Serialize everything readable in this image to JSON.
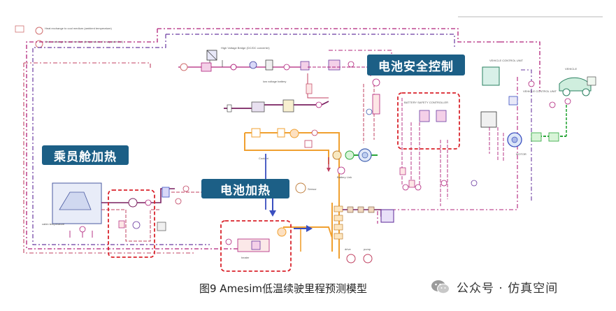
{
  "callouts": {
    "battery_safety": "电池安全控制",
    "cabin_heating": "乘员舱加热",
    "battery_heating": "电池加热"
  },
  "caption": "图9 Amesim低温续驶里程预测模型",
  "brand": {
    "text": "公众号 · 仿真空间",
    "icon": "wechat-icon"
  },
  "diagram_labels": {
    "legend_1": "Heat exchange to cool medium (ambient temperature)",
    "legend_2": "Heat exchange to cool medium (temperature of a separate link)",
    "hv_converter": "High Voltage Bridge (DC/DC converter)",
    "low_voltage": "low voltage battery",
    "battery_ctrl": "BATTERY SAFETY CONTROLLER",
    "vehicle_ctrl": "VEHICLE CONTROL UNIT",
    "vehicle": "VEHICLE",
    "motor": "MOTOR",
    "sensor": "Sensor",
    "radiator": "Battery Link",
    "cabin_temp": "cabin temperature",
    "coolant": "Coolant",
    "heater": "heater",
    "drive": "drive",
    "pump": "pump"
  },
  "colors": {
    "callout_bg": "#1c5f86",
    "highlight_box": "#d9232b",
    "magenta_line": "#b0207a",
    "orange_line": "#f0a030",
    "blue_line": "#3a4fc0",
    "green_line": "#2aa63a",
    "purple_line": "#6a3aa0"
  }
}
